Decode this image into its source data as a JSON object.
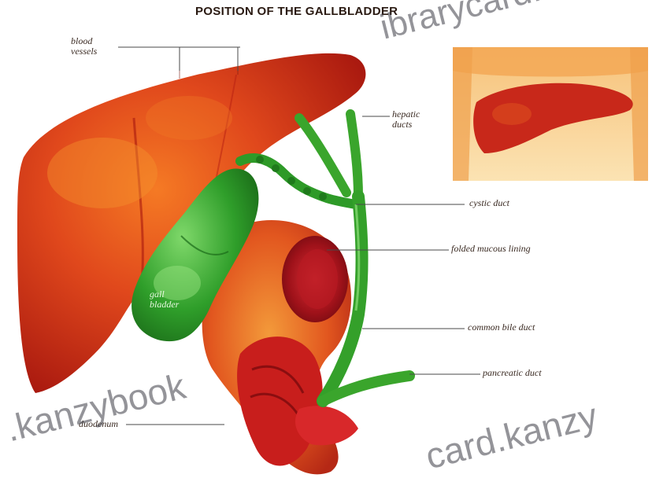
{
  "title": "POSITION OF THE GALLBLADDER",
  "labels": {
    "blood_vessels_line1": "blood",
    "blood_vessels_line2": "vessels",
    "hepatic_ducts_line1": "hepatic",
    "hepatic_ducts_line2": "ducts",
    "cystic_duct": "cystic duct",
    "folded_mucous_lining": "folded mucous lining",
    "common_bile_duct": "common bile duct",
    "pancreatic_duct": "pancreatic duct",
    "gallbladder_line1": "gall",
    "gallbladder_line2": "bladder",
    "duodenum": "duodenum"
  },
  "watermarks": {
    "top": "ibrarycard.",
    "bottom_left": ".kanzybook",
    "bottom_right": "card.kanzy"
  },
  "colors": {
    "liver": "#c8281a",
    "liver_highlight": "#f06a1c",
    "gallbladder": "#2e9b2a",
    "ducts": "#3aa52c",
    "duodenum": "#d83a22",
    "inset_frame": "#f4b25a"
  }
}
